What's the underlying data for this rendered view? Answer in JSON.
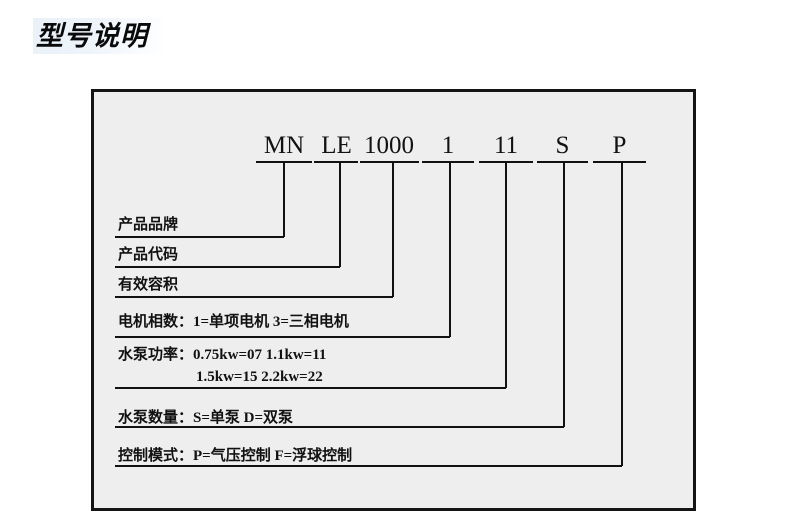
{
  "title": "型号说明",
  "model_code": {
    "segments": [
      {
        "text": "MN",
        "name": "code-segment-brand"
      },
      {
        "text": "LE",
        "name": "code-segment-product-code"
      },
      {
        "text": "1000",
        "name": "code-segment-volume"
      },
      {
        "text": "1",
        "name": "code-segment-motor-phase"
      },
      {
        "text": "11",
        "name": "code-segment-pump-power"
      },
      {
        "text": "S",
        "name": "code-segment-pump-count"
      },
      {
        "text": "P",
        "name": "code-segment-control-mode"
      }
    ]
  },
  "legend": {
    "rows": [
      {
        "label": "产品品牌",
        "value": ""
      },
      {
        "label": "产品代码",
        "value": ""
      },
      {
        "label": "有效容积",
        "value": ""
      },
      {
        "label": "电机相数：",
        "value": "1=单项电机  3=三相电机"
      },
      {
        "label": "水泵功率：",
        "value": "0.75kw=07  1.1kw=11",
        "value2": "1.5kw=15    2.2kw=22"
      },
      {
        "label": "水泵数量：",
        "value": "S=单泵    D=双泵"
      },
      {
        "label": "控制模式：",
        "value": "P=气压控制  F=浮球控制"
      }
    ]
  },
  "colors": {
    "border": "#141414",
    "panel_bg": "#eeeeee",
    "page_bg": "#ffffff",
    "ink": "#111111",
    "title_bg_start": "#eaf1f8",
    "title_bg_end": "#ffffff"
  }
}
